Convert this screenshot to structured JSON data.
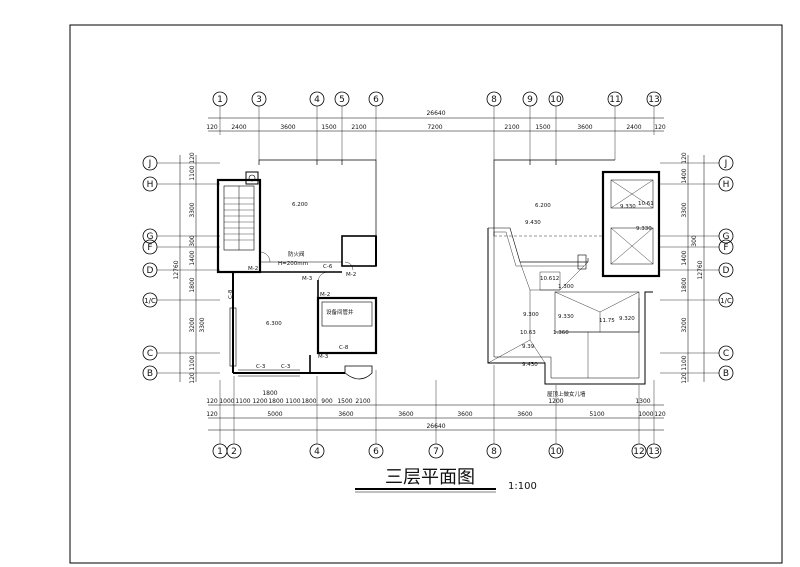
{
  "drawing": {
    "title": "三层平面图",
    "scale": "1:100"
  },
  "axes_top": [
    "1",
    "3",
    "4",
    "5",
    "6",
    "8",
    "9",
    "10",
    "11",
    "13"
  ],
  "axes_bottom": [
    "1",
    "2",
    "4",
    "6",
    "7",
    "8",
    "10",
    "12",
    "13"
  ],
  "axes_left": [
    "J",
    "H",
    "G",
    "F",
    "D",
    "1/C",
    "C",
    "B"
  ],
  "axes_right": [
    "J",
    "H",
    "G",
    "F",
    "D",
    "1/C",
    "C",
    "B"
  ],
  "dims_top_total": "26640",
  "dims_top": [
    "120",
    "2400",
    "3600",
    "1500",
    "2100",
    "7200",
    "2100",
    "1500",
    "3600",
    "2400",
    "120"
  ],
  "dims_bottom_row1": [
    "120",
    "1000",
    "1100",
    "1200",
    "1800",
    "1100",
    "1800",
    "900",
    "1500",
    "2100",
    "1800",
    "1200",
    "1300"
  ],
  "dims_bottom_row2": [
    "120",
    "5000",
    "3600",
    "3600",
    "3600",
    "3600",
    "5100",
    "1000",
    "120"
  ],
  "dims_bottom_total": "26640",
  "dims_left": [
    "120",
    "1100",
    "3300",
    "300",
    "1400",
    "1800",
    "3200",
    "3300",
    "1100",
    "120"
  ],
  "dims_left_total": "12760",
  "dims_right": [
    "120",
    "1400",
    "3300",
    "1400",
    "300",
    "1800",
    "3200",
    "1100",
    "120"
  ],
  "dims_right_total": "12760",
  "room_labels": {
    "left_top_level": "6.200",
    "left_mid_level": "6.300",
    "fire_room": "防火阀",
    "fire_room_note": "H=200mm",
    "equip_room": "设备间管井",
    "right_level_top": "6.200",
    "right_9430": "9.430",
    "right_10612": "10.612",
    "right_9300": "9.300",
    "right_1300": "1.300",
    "right_1063": "10.63",
    "right_1360": "1.360",
    "right_939": "9.39",
    "right_9330": "9.330",
    "right_9430b": "9.430",
    "right_1175": "11.75",
    "right_9330b": "9.330",
    "right_1061": "10.61",
    "right_9330c": "9.330",
    "right_9320": "9.320",
    "roof_note": "屋顶上做女儿墙",
    "door_c8a": "C-8",
    "door_c8b": "C-8",
    "door_c3a": "C-3",
    "door_c3b": "C-3",
    "door_c6": "C-6",
    "door_m2a": "M-2",
    "door_m2b": "M-2",
    "door_m3": "M-3",
    "door_m2c": "M-2",
    "door_m3b": "M-3"
  }
}
